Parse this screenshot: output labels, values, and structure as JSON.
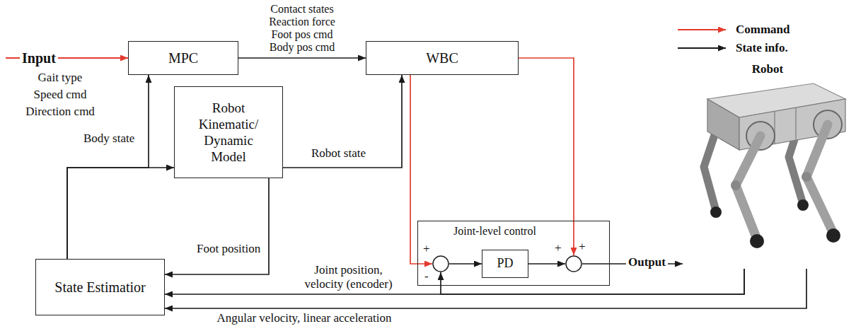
{
  "diagram": {
    "nodes": [
      {
        "text": [
          "MPC"
        ]
      },
      {
        "text": [
          "WBC"
        ]
      },
      {
        "text": [
          "Robot Kinematic/ Dynamic Model"
        ]
      },
      {
        "text": [
          "Joint-level control"
        ]
      },
      {
        "text": [
          "+",
          "-"
        ],
        "in": 3
      },
      {
        "text": [
          "PD"
        ],
        "in": 3
      },
      {
        "text": [
          "+",
          "+"
        ],
        "in": 3
      },
      {
        "text": [
          "State Estimatior"
        ]
      },
      {
        "text": [
          "Robot"
        ]
      }
    ],
    "edges": [
      {
        "from": 0,
        "to": 1,
        "arrow": "to",
        "label": "Contact states Reaction force Foot pos cmd Body pos cmd"
      },
      {
        "from": 7,
        "to": 0,
        "arrow": "to",
        "label": "Body state"
      },
      {
        "from": 7,
        "to": 2,
        "arrow": "to"
      },
      {
        "from": 2,
        "to": 1,
        "arrow": "to",
        "label": "Robot state"
      },
      {
        "from": 2,
        "to": 7,
        "arrow": "to",
        "label": "Foot position"
      },
      {
        "from": 1,
        "to": 4,
        "arrow": "to"
      },
      {
        "from": 1,
        "to": 6,
        "arrow": "to"
      },
      {
        "from": 4,
        "to": 5,
        "arrow": "to"
      },
      {
        "from": 5,
        "to": 6,
        "arrow": "to"
      },
      {
        "from": 6,
        "to": 8,
        "arrow": "to",
        "label": "Output"
      },
      {
        "from": 8,
        "to": 7,
        "arrow": "to",
        "label": "Joint position, velocity (encoder)"
      },
      {
        "from": 8,
        "to": 4,
        "arrow": "to"
      },
      {
        "from": 8,
        "to": 7,
        "arrow": "to",
        "label": "Angular velocity, linear acceleration"
      }
    ],
    "labels": [
      "Input",
      "Gait type",
      "Speed cmd",
      "Direction cmd"
    ],
    "legend": [
      {
        "text": "Command"
      },
      {
        "text": "State info."
      }
    ]
  }
}
